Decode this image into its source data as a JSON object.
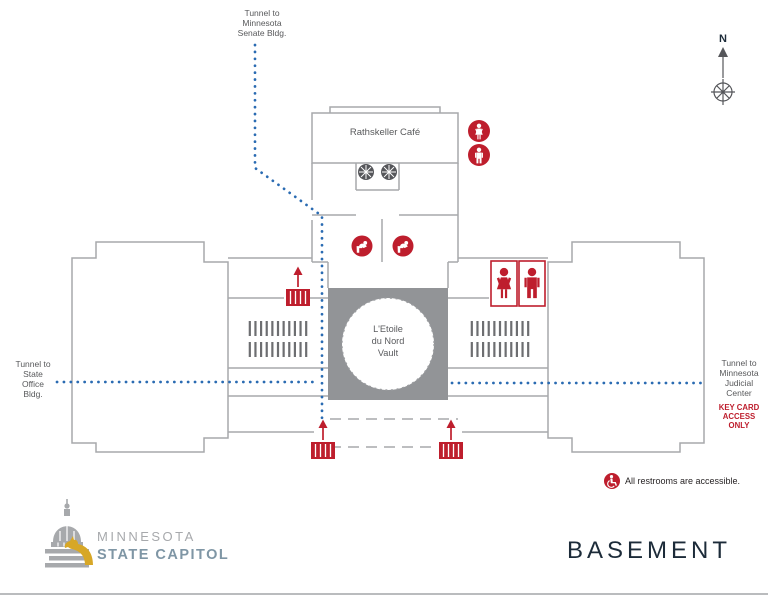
{
  "map": {
    "floor_title": "BASEMENT",
    "cafe_label": "Rathskeller Café",
    "vault_label": {
      "line1": "L'Etoile",
      "line2": "du Nord",
      "line3": "Vault"
    },
    "compass_north": "N",
    "tunnel_senate": {
      "line1": "Tunnel to",
      "line2": "Minnesota",
      "line3": "Senate Bldg."
    },
    "tunnel_state_office": {
      "line1": "Tunnel to",
      "line2": "State",
      "line3": "Office",
      "line4": "Bldg."
    },
    "tunnel_judicial": {
      "line1": "Tunnel to",
      "line2": "Minnesota",
      "line3": "Judicial",
      "line4": "Center"
    },
    "key_card_notice": {
      "line1": "KEY CARD",
      "line2": "ACCESS",
      "line3": "ONLY"
    },
    "accessibility_note": "All restrooms are accessible."
  },
  "logo": {
    "line1": "MINNESOTA",
    "line2": "STATE CAPITOL"
  },
  "colors": {
    "accent_red": "#be1e2d",
    "tunnel_blue": "#2a6bb2",
    "outline_gray": "#a7a9ac",
    "vault_gray": "#929497",
    "stair_gray": "#6d6e71",
    "label_gray": "#58595b",
    "dark_navy": "#1c2b39",
    "logo_gray": "#a7a9ac",
    "logo_slate": "#7f96a5",
    "logo_gold": "#d7a727"
  }
}
